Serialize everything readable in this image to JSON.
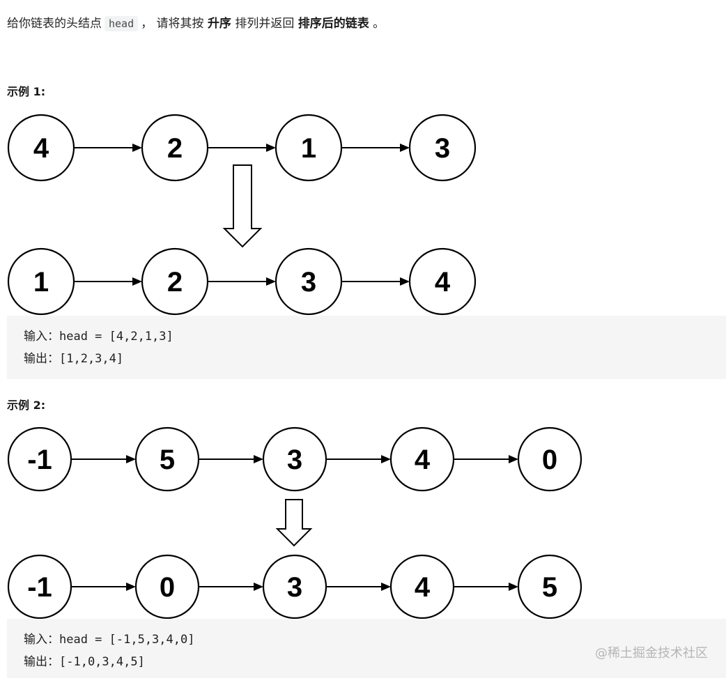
{
  "problem": {
    "part1": "给你链表的头结点",
    "code_head": "head",
    "part2": "， 请将其按",
    "bold1": "升序",
    "part3": "排列并返回",
    "bold2": "排序后的链表",
    "part4": "。"
  },
  "examples": [
    {
      "title": "示例 1:",
      "input_before": [
        "4",
        "2",
        "1",
        "3"
      ],
      "input_after": [
        "1",
        "2",
        "3",
        "4"
      ],
      "io": {
        "input_label": "输入：",
        "input_value": "head = [4,2,1,3]",
        "output_label": "输出：",
        "output_value": "[1,2,3,4]"
      }
    },
    {
      "title": "示例 2:",
      "input_before": [
        "-1",
        "5",
        "3",
        "4",
        "0"
      ],
      "input_after": [
        "-1",
        "0",
        "3",
        "4",
        "5"
      ],
      "io": {
        "input_label": "输入：",
        "input_value": "head = [-1,5,3,4,0]",
        "output_label": "输出：",
        "output_value": "[-1,0,3,4,5]"
      }
    }
  ],
  "watermark": "@稀土掘金技术社区"
}
